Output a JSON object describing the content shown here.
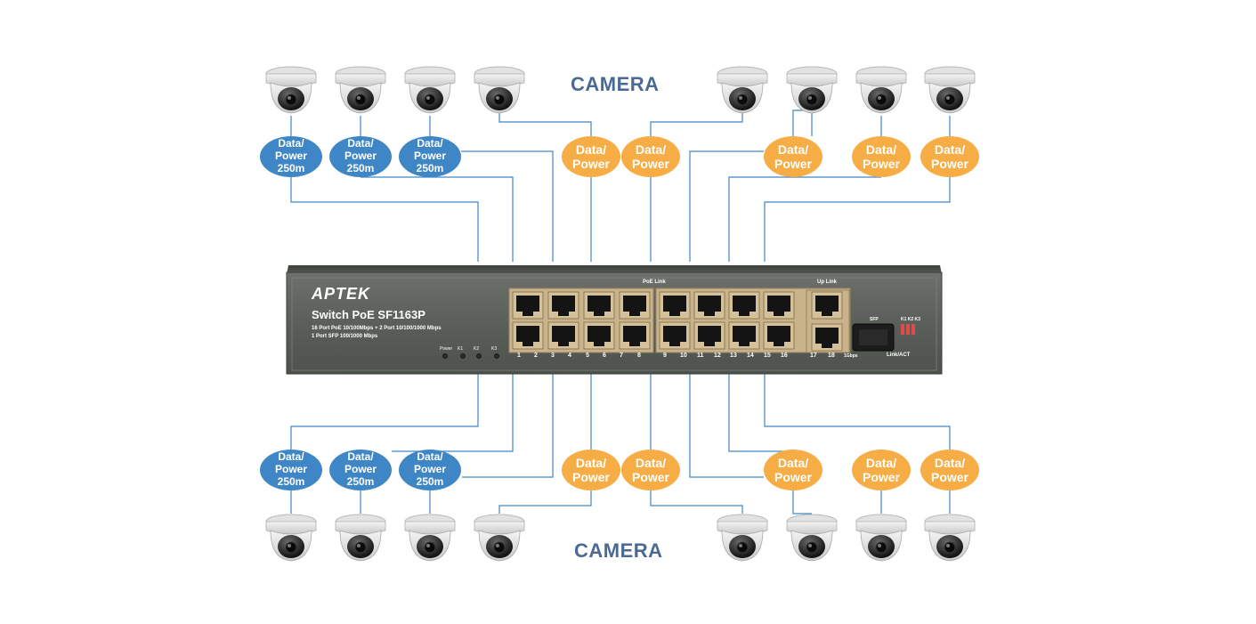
{
  "titles": {
    "top": "CAMERA",
    "bottom": "CAMERA"
  },
  "badges": {
    "blue": {
      "line1": "Data/",
      "line2": "Power",
      "line3": "250m"
    },
    "orange": {
      "line1": "Data/",
      "line2": "Power"
    }
  },
  "switch": {
    "brand": "APTEK",
    "model": "Switch PoE SF1163P",
    "spec1": "16 Port PoE 10/100Mbps + 2 Port 10/100/1000 Mbps",
    "spec2": "1 Port SFP 100/1000 Mbps",
    "poe_link_label": "PoE Link",
    "uplink_label": "Up Link",
    "sfp_label": "SFP",
    "link_act_label": "Link/ACT",
    "status_leds": [
      "Power",
      "K1",
      "K2",
      "K3"
    ],
    "dip_label": "K1 K2 K3",
    "port_numbers": [
      "1",
      "2",
      "3",
      "4",
      "5",
      "6",
      "7",
      "8",
      "9",
      "10",
      "11",
      "12",
      "13",
      "14",
      "15",
      "16",
      "17",
      "18"
    ],
    "sfp_port_label": "1Gbps"
  },
  "colors": {
    "blue_badge": "#3f86c6",
    "orange_badge": "#f7ad45",
    "line": "#3f86c6",
    "switch_body": "#5e625c",
    "title": "#4a6a94"
  },
  "icons": {
    "camera": "dome-camera-icon",
    "rj45": "rj45-port-icon",
    "sfp": "sfp-port-icon"
  }
}
